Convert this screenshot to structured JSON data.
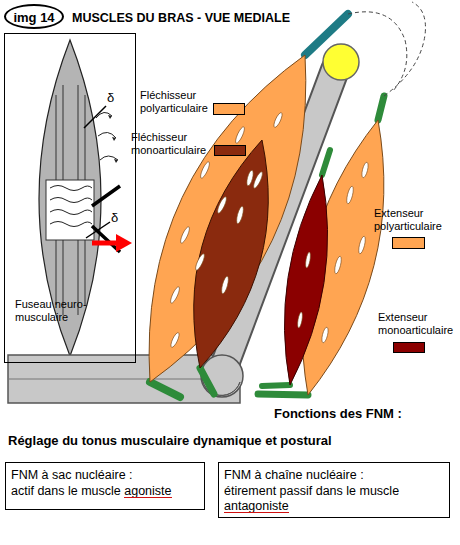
{
  "diagram": {
    "title": "MUSCLES DU BRAS - VUE MEDIALE",
    "nodes": [
      {
        "text": [
          "img 14"
        ]
      },
      {
        "text": [
          "Fuseau neuro-musculaire"
        ]
      },
      {
        "text": [
          "FNM à sac nucléaire :",
          "actif dans le muscle agoniste"
        ]
      },
      {
        "text": [
          "FNM à chaîne nucléaire :",
          "étirement passif dans le muscle antagoniste"
        ]
      }
    ],
    "labels": [
      "δ",
      "δ",
      "Fonctions des FNM :",
      "Réglage du tonus musculaire dynamique et postural"
    ],
    "legend": [
      {
        "text": "Fléchisseur polyarticulaire",
        "color": "#ffa552"
      },
      {
        "text": "Fléchisseur monoarticulaire",
        "color": "#8a2a0e"
      },
      {
        "text": "Extenseur polyarticulaire",
        "color": "#ffa552"
      },
      {
        "text": "Extenseur monoarticulaire",
        "color": "#8b0000"
      }
    ]
  }
}
